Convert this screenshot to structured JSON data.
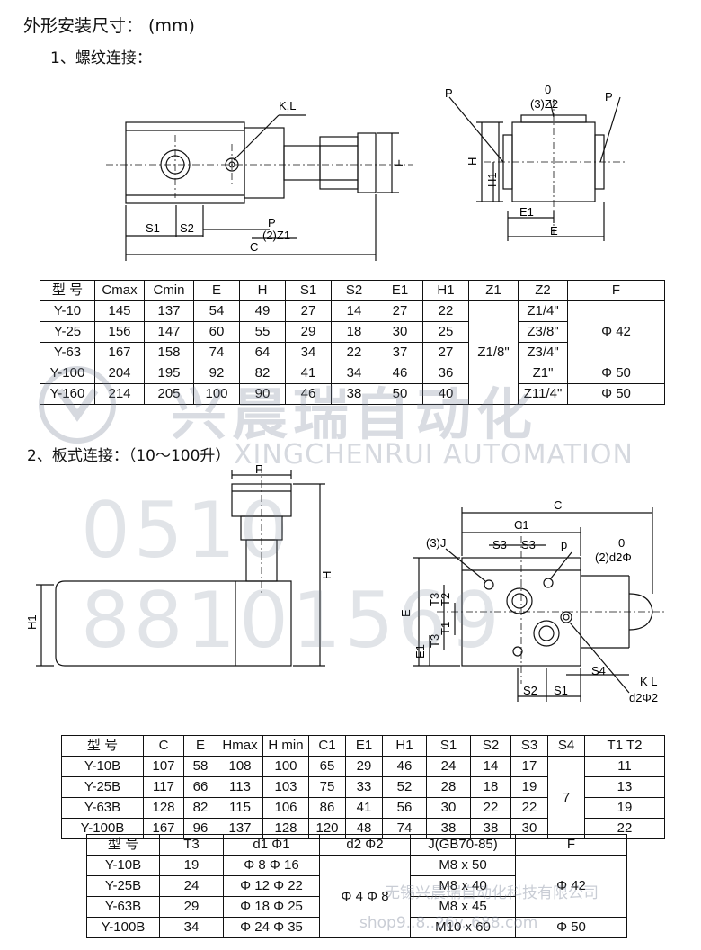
{
  "heading": {
    "title": "外形安装尺寸：  (mm)",
    "section1": "1、螺纹连接：",
    "section2": "2、板式连接：（10～100升）"
  },
  "drawing1_labels": {
    "kl": "K,L",
    "f": "F",
    "s1": "S1",
    "s2": "S2",
    "p": "P",
    "z1": "(2)Z1",
    "c": "C",
    "p_left": "P",
    "zero": "0",
    "z2": "(3)Z2",
    "p_right": "P",
    "h": "H",
    "h1": "H1",
    "e1": "E1",
    "e": "E"
  },
  "drawing2_labels": {
    "f": "F",
    "h": "H",
    "h1": "H1",
    "c": "C",
    "c1": "C1",
    "j": "(3)J",
    "s3a": "S3",
    "s3b": "S3",
    "p": "p",
    "zero": "0",
    "d2": "(2)d2Φ",
    "e": "E",
    "e1": "E1",
    "t3a": "T3",
    "t2": "T2",
    "t1": "T1",
    "t3b": "T3",
    "s4": "S4",
    "kl": "K L",
    "d2phi2": "d2Φ2",
    "s2": "S2",
    "s1": "S1"
  },
  "table1": {
    "headers": [
      "型 号",
      "Cmax",
      "Cmin",
      "E",
      "H",
      "S1",
      "S2",
      "E1",
      "H1",
      "Z1",
      "Z2",
      "F"
    ],
    "rows": [
      [
        "Y-10",
        "145",
        "137",
        "54",
        "49",
        "27",
        "14",
        "27",
        "22"
      ],
      [
        "Y-25",
        "156",
        "147",
        "60",
        "55",
        "29",
        "18",
        "30",
        "25"
      ],
      [
        "Y-63",
        "167",
        "158",
        "74",
        "64",
        "34",
        "22",
        "37",
        "27"
      ],
      [
        "Y-100",
        "204",
        "195",
        "92",
        "82",
        "41",
        "34",
        "46",
        "36"
      ],
      [
        "Y-160",
        "214",
        "205",
        "100",
        "90",
        "46",
        "38",
        "50",
        "40"
      ]
    ],
    "z1_merged": "Z1/8\"",
    "z2": [
      "Z1/4\"",
      "Z3/8\"",
      "Z3/4\"",
      "Z1\"",
      "Z11/4\""
    ],
    "f_merged_top": "Φ 42",
    "f_100": "Φ 50",
    "f_160": "Φ 50"
  },
  "table2": {
    "headers": [
      "型 号",
      "C",
      "E",
      "Hmax",
      "H min",
      "C1",
      "E1",
      "H1",
      "S1",
      "S2",
      "S3",
      "S4",
      "T1 T2"
    ],
    "rows": [
      [
        "Y-10B",
        "107",
        "58",
        "108",
        "100",
        "65",
        "29",
        "46",
        "24",
        "14",
        "17",
        "11"
      ],
      [
        "Y-25B",
        "117",
        "66",
        "113",
        "103",
        "75",
        "33",
        "52",
        "28",
        "18",
        "19",
        "13"
      ],
      [
        "Y-63B",
        "128",
        "82",
        "115",
        "106",
        "86",
        "41",
        "56",
        "30",
        "22",
        "22",
        "19"
      ],
      [
        "Y-100B",
        "167",
        "96",
        "137",
        "128",
        "120",
        "48",
        "74",
        "38",
        "38",
        "30",
        "22"
      ]
    ],
    "s4_merged": "7"
  },
  "table3": {
    "headers": [
      "型 号",
      "T3",
      "d1 Φ1",
      "d2 Φ2",
      "J(GB70-85)",
      "F"
    ],
    "rows": [
      [
        "Y-10B",
        "19",
        "Φ 8  Φ 16",
        "M8 x 50"
      ],
      [
        "Y-25B",
        "24",
        "Φ 12 Φ 22",
        "M8 x 40"
      ],
      [
        "Y-63B",
        "29",
        "Φ 18 Φ 25",
        "M8 x 45"
      ],
      [
        "Y-100B",
        "34",
        "Φ 24 Φ 35",
        "M10 x 60"
      ]
    ],
    "d2_merged": "Φ 4  Φ 8",
    "f_top": "Φ 42",
    "f_bottom": "Φ 50"
  },
  "watermarks": {
    "brand_cn": "兴晨瑞自动化",
    "brand_en": "XINGCHENRUI AUTOMATION",
    "phone": "0510 88101569",
    "company": "无锡兴晨瑞自动化科技有限公司",
    "shop": "shop9..8..26y..688.com"
  }
}
